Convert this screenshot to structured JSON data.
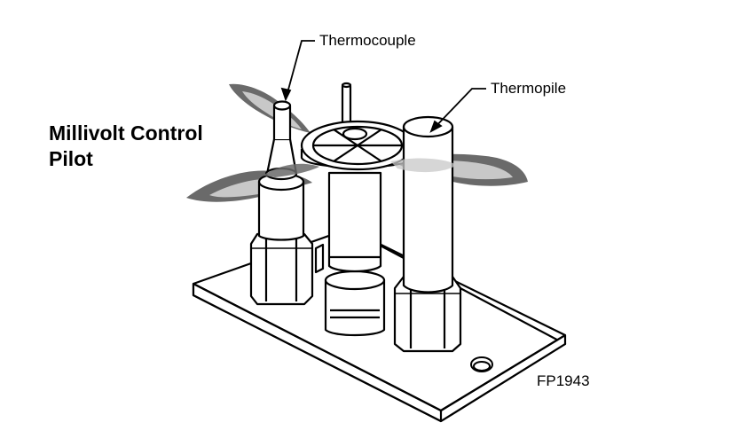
{
  "diagram": {
    "title_lines": [
      "Millivolt Control",
      "Pilot"
    ],
    "callouts": {
      "thermocouple": "Thermocouple",
      "thermopile": "Thermopile"
    },
    "figure_number": "FP1943",
    "colors": {
      "line": "#000000",
      "fill": "#ffffff",
      "flame_dark": "#6a6a6a",
      "flame_light": "#c8c8c8"
    }
  }
}
